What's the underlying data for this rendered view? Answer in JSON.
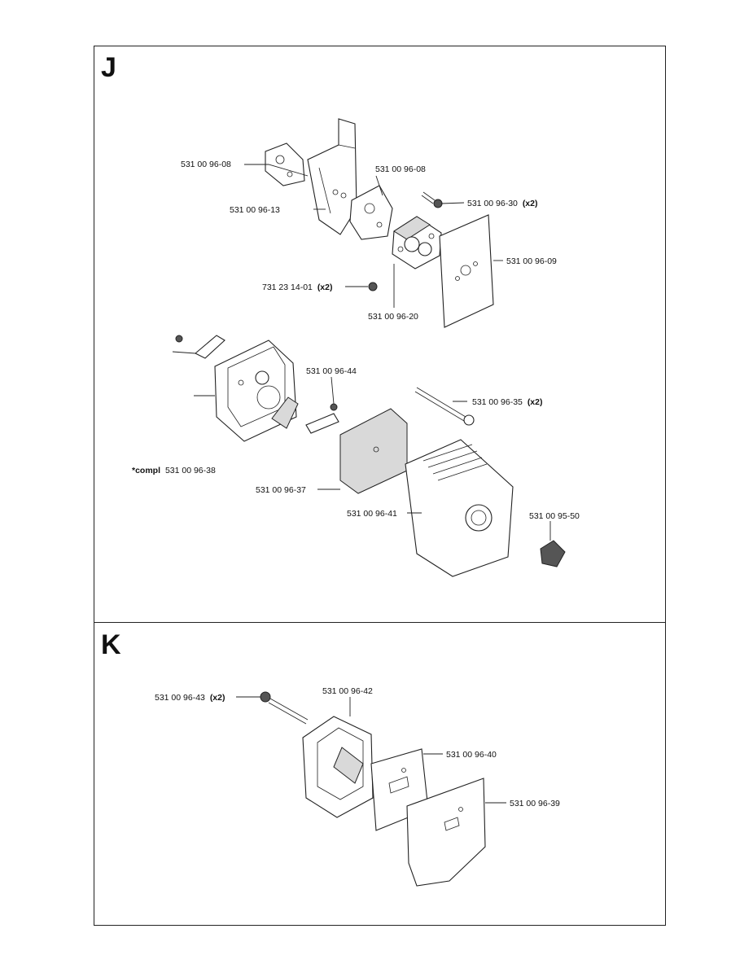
{
  "sections": {
    "j": {
      "letter": "J",
      "labels": {
        "gasket_left": "531 00 96-08",
        "gasket_right": "531 00 96-08",
        "heat_shield": "531 00 96-13",
        "screw_x2_a_num": "531 00 96-30",
        "screw_x2_a_qty": "(x2)",
        "plate": "531 00 96-09",
        "screw_b_num": "731 23 14-01",
        "screw_b_qty": "(x2)",
        "adapter": "531 00 96-20",
        "bracket": "531 00 96-44",
        "bolt_num": "531 00 96-35",
        "bolt_qty": "(x2)",
        "compl_prefix": "*compl",
        "compl_num": "531 00 96-38",
        "filter": "531 00 96-37",
        "cover": "531 00 96-41",
        "knob": "531 00 95-50"
      }
    },
    "k": {
      "letter": "K",
      "labels": {
        "bolt_num": "531 00 96-43",
        "bolt_qty": "(x2)",
        "muffler": "531 00 96-42",
        "gasket": "531 00 96-40",
        "shield": "531 00 96-39"
      }
    }
  },
  "colors": {
    "line": "#222222",
    "background": "#ffffff",
    "shading": "#d9d9d9"
  }
}
